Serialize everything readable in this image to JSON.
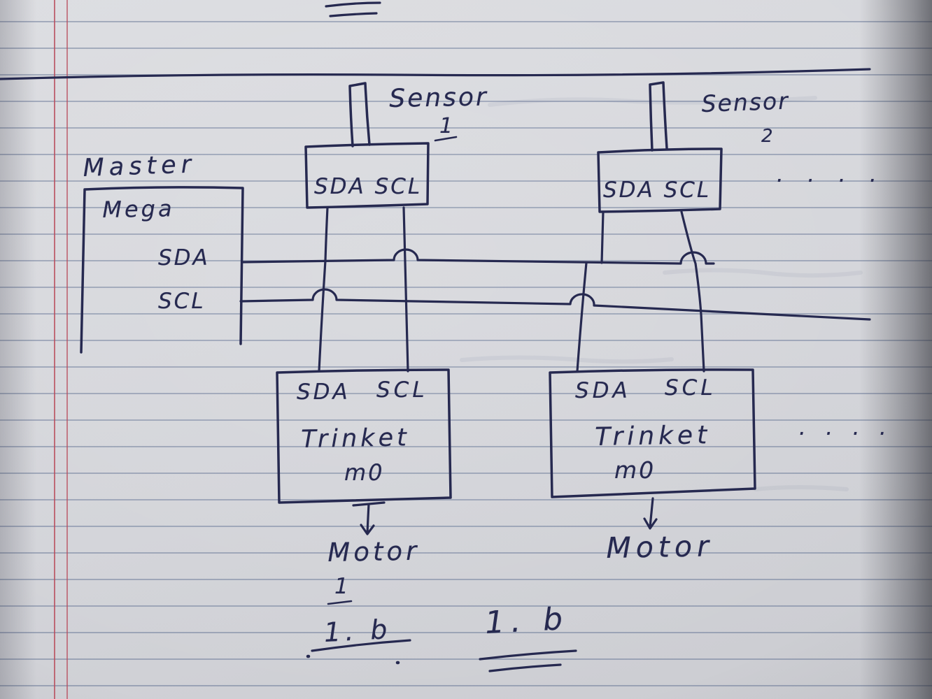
{
  "colors": {
    "ink": "#262950",
    "rule_line": "#6a7998",
    "margin_line": "#b84a5a",
    "paper": "#d5d6db"
  },
  "master": {
    "title": "Master",
    "board": "Mega",
    "pin_sda": "SDA",
    "pin_scl": "SCL"
  },
  "sensors": [
    {
      "name": "Sensor",
      "number": "1",
      "pins": "SDA SCL"
    },
    {
      "name": "Sensor",
      "number": "2",
      "pins": "SDA SCL"
    }
  ],
  "trinkets": [
    {
      "pin_sda": "SDA",
      "pin_scl": "SCL",
      "name": "Trinket",
      "model": "m0"
    },
    {
      "pin_sda": "SDA",
      "pin_scl": "SCL",
      "name": "Trinket",
      "model": "m0"
    }
  ],
  "motors": [
    {
      "name": "Motor",
      "number": "1"
    },
    {
      "name": "Motor"
    }
  ],
  "ellipsis_top": "· · · ·",
  "ellipsis_mid": "· · · ·",
  "figure_label": {
    "crossed_out": "1. b",
    "final": "1. b"
  }
}
